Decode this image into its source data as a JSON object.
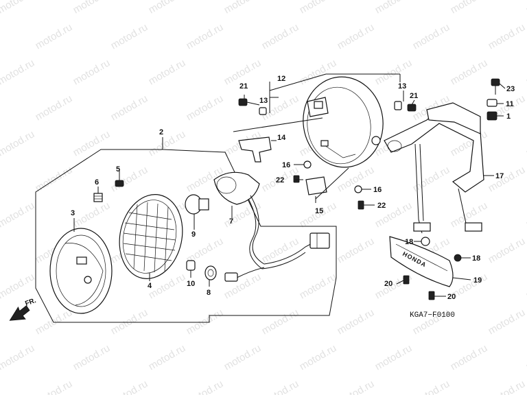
{
  "diagram": {
    "code": "KGA7−F0100",
    "direction_label": "FR.",
    "brand_mark": "HONDA",
    "watermark": "motod.ru",
    "callouts": {
      "p1": "1",
      "p2": "2",
      "p3": "3",
      "p4": "4",
      "p5": "5",
      "p6": "6",
      "p7": "7",
      "p8": "8",
      "p9": "9",
      "p10": "10",
      "p11": "11",
      "p12": "12",
      "p13a": "13",
      "p13b": "13",
      "p14": "14",
      "p15": "15",
      "p16a": "16",
      "p16b": "16",
      "p17": "17",
      "p18a": "18",
      "p18b": "18",
      "p19": "19",
      "p20a": "20",
      "p20b": "20",
      "p21a": "21",
      "p21b": "21",
      "p22a": "22",
      "p22b": "22",
      "p23": "23"
    }
  }
}
